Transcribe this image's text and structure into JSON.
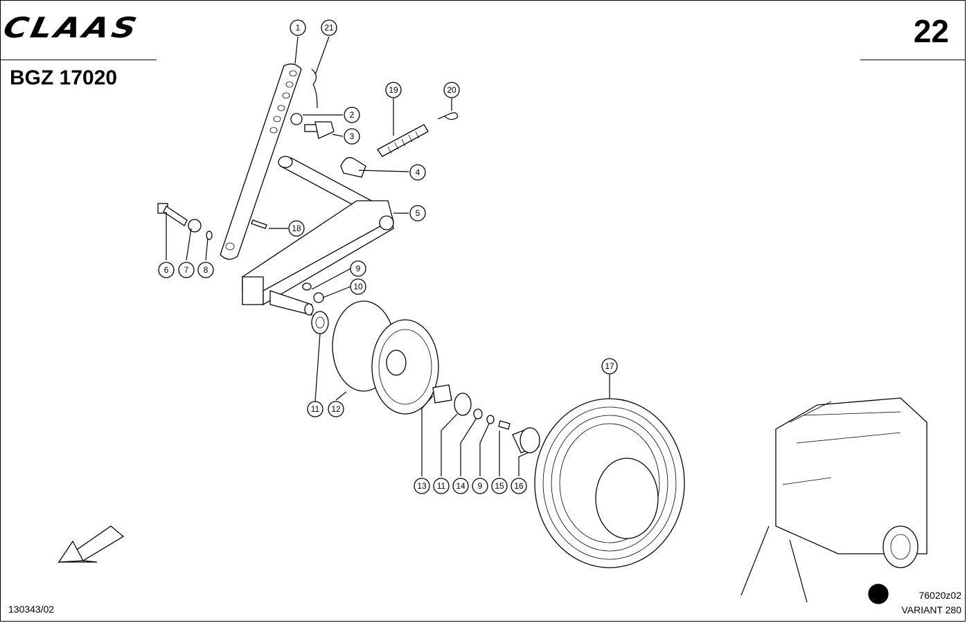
{
  "header": {
    "brand": "CLAAS",
    "drawing_code": "BGZ 17020",
    "page_number": "22"
  },
  "footer": {
    "left_ref": "130343/02",
    "right_ref": "76020z02",
    "model": "VARIANT 280"
  },
  "callouts": [
    "1",
    "2",
    "3",
    "4",
    "5",
    "6",
    "7",
    "8",
    "9",
    "10",
    "11",
    "12",
    "13",
    "11",
    "14",
    "9",
    "15",
    "16",
    "17",
    "18",
    "19",
    "20",
    "21"
  ],
  "icons": {
    "direction": "arrow-down-left-icon"
  }
}
